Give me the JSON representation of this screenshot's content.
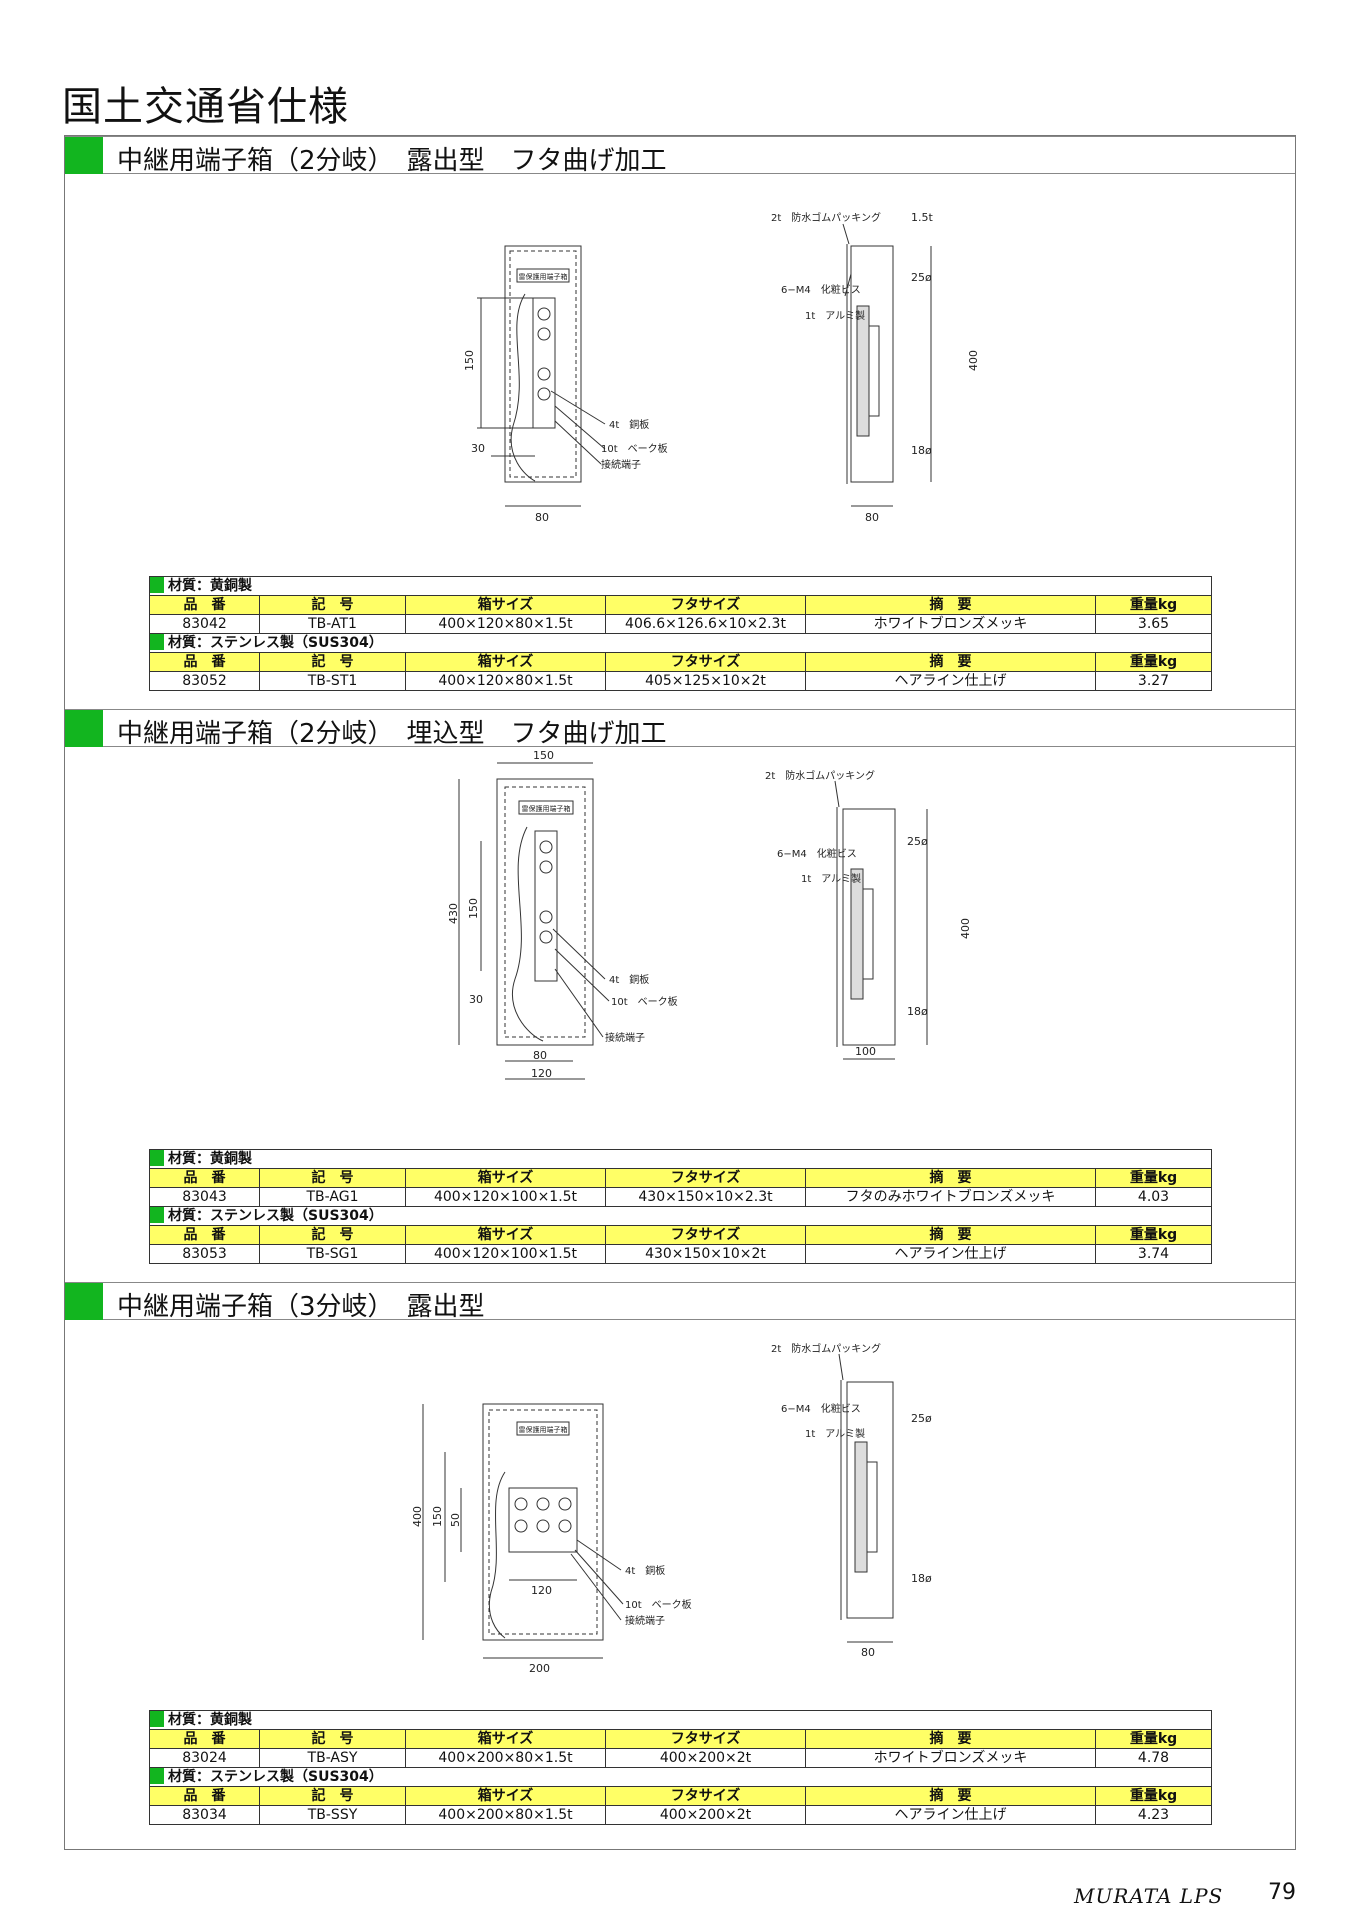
{
  "page_title": "国土交通省仕様",
  "footer": {
    "brand": "MURATA LPS",
    "page": "79"
  },
  "header_labels": {
    "hinban": "品　番",
    "kigo": "記　号",
    "box": "箱サイズ",
    "lid": "フタサイズ",
    "note": "摘　要",
    "weight": "重量kg"
  },
  "sections": [
    {
      "title": "中継用端子箱（2分岐）　露出型　フタ曲げ加工",
      "drawing": {
        "front_plate": "雷保護用端子箱",
        "dims": [
          "150",
          "30",
          "80",
          "80"
        ],
        "labels": [
          "4t　銅板",
          "10t　ベーク板",
          "接続端子"
        ],
        "side_labels": [
          "2t　防水ゴムパッキング",
          "1.5t",
          "6−M4　化粧ビス",
          "1t　アルミ製",
          "25ø",
          "400",
          "18ø"
        ]
      },
      "materials": [
        {
          "material": "材質：黄銅製",
          "rows": [
            [
              "83042",
              "TB-AT1",
              "400×120×80×1.5t",
              "406.6×126.6×10×2.3t",
              "ホワイトブロンズメッキ",
              "3.65"
            ]
          ]
        },
        {
          "material": "材質：ステンレス製（SUS304）",
          "rows": [
            [
              "83052",
              "TB-ST1",
              "400×120×80×1.5t",
              "405×125×10×2t",
              "ヘアライン仕上げ",
              "3.27"
            ]
          ]
        }
      ]
    },
    {
      "title": "中継用端子箱（2分岐）　埋込型　フタ曲げ加工",
      "drawing": {
        "front_plate": "雷保護用端子箱",
        "dims": [
          "150",
          "430",
          "150",
          "30",
          "80",
          "120"
        ],
        "labels": [
          "4t　銅板",
          "10t　ベーク板",
          "接続端子"
        ],
        "side_labels": [
          "2t　防水ゴムパッキング",
          "6−M4　化粧ビス",
          "1t　アルミ製",
          "25ø",
          "400",
          "18ø",
          "100"
        ]
      },
      "materials": [
        {
          "material": "材質：黄銅製",
          "rows": [
            [
              "83043",
              "TB-AG1",
              "400×120×100×1.5t",
              "430×150×10×2.3t",
              "フタのみホワイトブロンズメッキ",
              "4.03"
            ]
          ]
        },
        {
          "material": "材質：ステンレス製（SUS304）",
          "rows": [
            [
              "83053",
              "TB-SG1",
              "400×120×100×1.5t",
              "430×150×10×2t",
              "ヘアライン仕上げ",
              "3.74"
            ]
          ]
        }
      ]
    },
    {
      "title": "中継用端子箱（3分岐）　露出型",
      "drawing": {
        "front_plate": "雷保護用端子箱",
        "dims": [
          "400",
          "150",
          "50",
          "120",
          "200"
        ],
        "labels": [
          "4t　銅板",
          "10t　ベーク板",
          "接続端子"
        ],
        "side_labels": [
          "2t　防水ゴムパッキング",
          "6−M4　化粧ビス",
          "1t　アルミ製",
          "25ø",
          "18ø",
          "80"
        ]
      },
      "materials": [
        {
          "material": "材質：黄銅製",
          "rows": [
            [
              "83024",
              "TB-ASY",
              "400×200×80×1.5t",
              "400×200×2t",
              "ホワイトブロンズメッキ",
              "4.78"
            ]
          ]
        },
        {
          "material": "材質：ステンレス製（SUS304）",
          "rows": [
            [
              "83034",
              "TB-SSY",
              "400×200×80×1.5t",
              "400×200×2t",
              "ヘアライン仕上げ",
              "4.23"
            ]
          ]
        }
      ]
    }
  ]
}
